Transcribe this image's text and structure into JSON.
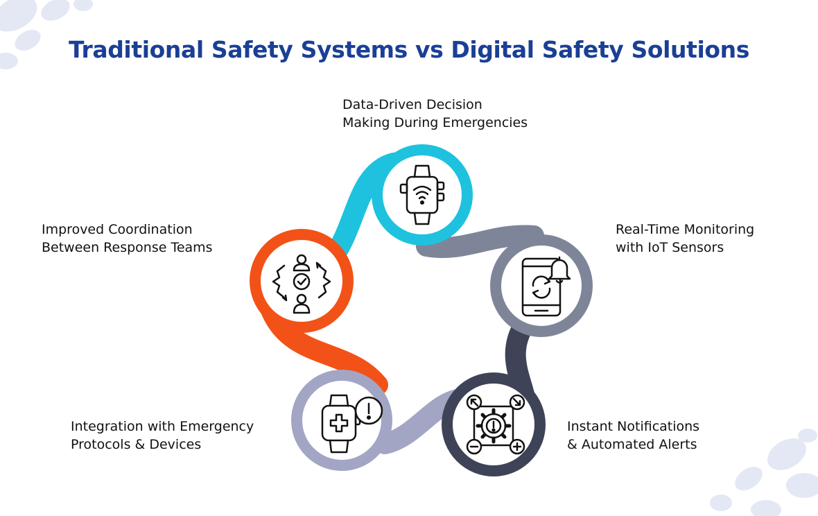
{
  "title": "Traditional Safety Systems vs Digital Safety Solutions",
  "colors": {
    "title": "#1a3f95",
    "cyan": "#1ec2de",
    "slate": "#7f8599",
    "navy": "#3f4357",
    "lavender": "#a3a5c5",
    "orange": "#f25217",
    "blob": "#e3e8f4"
  },
  "nodes": [
    {
      "id": "data-driven",
      "icon": "smartwatch-wifi-icon",
      "color": "cyan",
      "lines": [
        "Data-Driven Decision",
        "Making During Emergencies"
      ]
    },
    {
      "id": "real-time",
      "icon": "phone-sync-bell-icon",
      "color": "slate",
      "lines": [
        "Real-Time Monitoring",
        "with IoT Sensors"
      ]
    },
    {
      "id": "instant",
      "icon": "gear-alert-arrows-icon",
      "color": "navy",
      "lines": [
        "Instant Notifications",
        "& Automated Alerts"
      ]
    },
    {
      "id": "integration",
      "icon": "watch-medical-alert-icon",
      "color": "lavender",
      "lines": [
        "Integration with Emergency",
        "Protocols & Devices"
      ]
    },
    {
      "id": "coordination",
      "icon": "gear-people-check-icon",
      "color": "orange",
      "lines": [
        "Improved Coordination",
        "Between Response Teams"
      ]
    }
  ]
}
